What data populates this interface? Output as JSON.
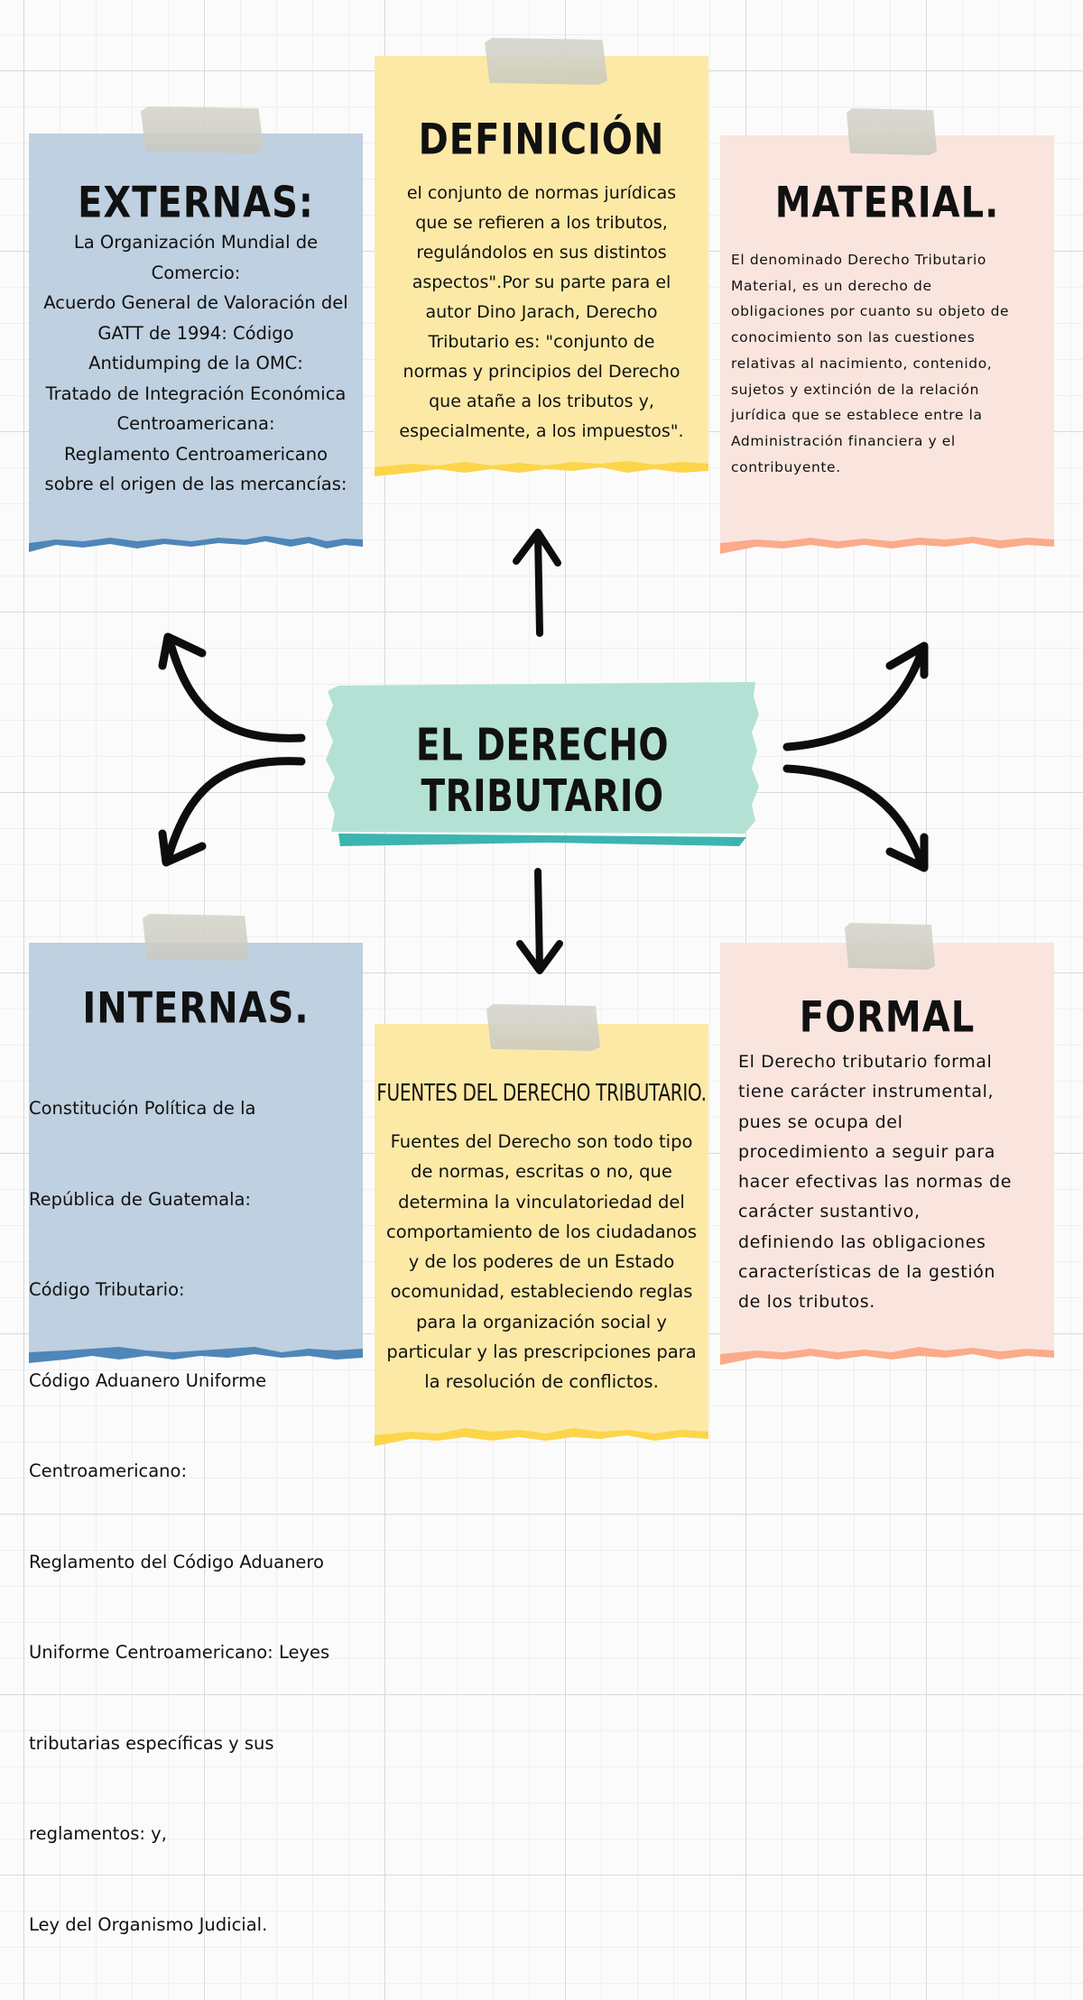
{
  "center": {
    "title": "EL DERECHO TRIBUTARIO",
    "color": "#b3e2d4",
    "accent": "#3cb4b0"
  },
  "cards": {
    "externas": {
      "title": "EXTERNAS:",
      "color": "#bfd0e0",
      "accent": "#4f86b8",
      "lines": [
        "La Organización Mundial de",
        "Comercio:",
        "Acuerdo General de Valoración del",
        "GATT de 1994: Código",
        "Antidumping de la OMC:",
        "Tratado de Integración Económica",
        "Centroamericana:",
        "Reglamento Centroamericano",
        "sobre el origen de las mercancías:"
      ]
    },
    "definicion": {
      "title": "DEFINICIÓN",
      "color": "#fde9a6",
      "accent": "#fcd54a",
      "lines": [
        "el conjunto de normas jurídicas",
        "que se refieren a los tributos,",
        "regulándolos en sus distintos",
        "aspectos\".Por su parte para el",
        "autor Dino Jarach, Derecho",
        "Tributario es: \"conjunto de",
        "normas y principios del Derecho",
        "que atañe a los tributos y,",
        "especialmente, a los impuestos\"."
      ]
    },
    "material": {
      "title": "MATERIAL.",
      "color": "#fae5de",
      "accent": "#fbab8a",
      "lines": [
        "El denominado Derecho Tributario",
        "Material, es un derecho de",
        "obligaciones por cuanto su objeto de",
        "conocimiento son las cuestiones",
        "relativas al nacimiento, contenido,",
        "sujetos y extinción de la relación",
        "jurídica que se establece entre la",
        "Administración financiera y el",
        "contribuyente."
      ]
    },
    "internas": {
      "title": "INTERNAS.",
      "color": "#bfd0e0",
      "accent": "#4f86b8",
      "lines": [
        "Constitución Política de la",
        "República de Guatemala:",
        " Código Tributario:",
        "   Código Aduanero Uniforme",
        "Centroamericano:",
        " Reglamento del Código Aduanero",
        "Uniforme Centroamericano: Leyes",
        "tributarias específicas y sus",
        "reglamentos: y,",
        " Ley del Organismo Judicial."
      ]
    },
    "fuentes": {
      "title": "FUENTES DEL DERECHO TRIBUTARIO.",
      "color": "#fde9a6",
      "accent": "#fcd54a",
      "lines": [
        "Fuentes del Derecho son todo tipo",
        "de normas, escritas o no, que",
        "determina la vinculatoriedad del",
        "comportamiento de los ciudadanos",
        "y de los poderes de un Estado",
        "ocomunidad, estableciendo reglas",
        "para la organización social y",
        "particular y las prescripciones para",
        "la resolución de conflictos."
      ]
    },
    "formal": {
      "title": "FORMAL",
      "color": "#fae5de",
      "accent": "#fbab8a",
      "lines": [
        "El Derecho tributario formal",
        "tiene carácter instrumental,",
        "pues se ocupa del",
        "procedimiento a seguir para",
        "hacer efectivas las normas de",
        "carácter sustantivo,",
        "definiendo las obligaciones",
        "características de la gestión",
        "de los tributos."
      ]
    }
  },
  "arrows": [
    {
      "name": "arrow-up",
      "direction": "up"
    },
    {
      "name": "arrow-down",
      "direction": "down"
    },
    {
      "name": "arrow-up-left",
      "direction": "up-left"
    },
    {
      "name": "arrow-down-left",
      "direction": "down-left"
    },
    {
      "name": "arrow-up-right",
      "direction": "up-right"
    },
    {
      "name": "arrow-down-right",
      "direction": "down-right"
    }
  ]
}
